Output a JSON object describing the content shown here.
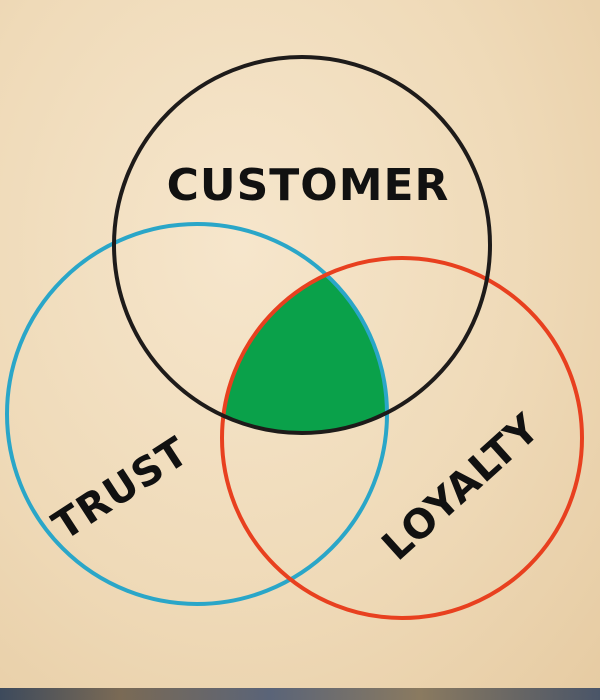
{
  "diagram": {
    "sets": [
      {
        "label": "CUSTOMER",
        "color": "#1e1b1a"
      },
      {
        "label": "TRUST",
        "color": "#2aa6c8"
      },
      {
        "label": "LOYALTY",
        "color": "#e8401f"
      }
    ],
    "intersection_color": "#0aa14a",
    "paper_color": "#f0dcbc"
  }
}
